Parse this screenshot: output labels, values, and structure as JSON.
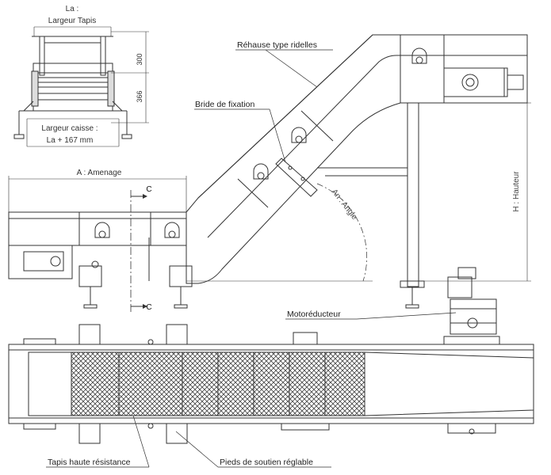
{
  "drawing": {
    "labels": {
      "la_title": "La :",
      "la_sub": "Largeur Tapis",
      "caisse_title": "Largeur caisse :",
      "caisse_sub": "La + 167 mm",
      "dim_300": "300",
      "dim_366": "366",
      "amenage": "A : Amenage",
      "section_c_top": "C",
      "section_c_bottom": "C",
      "rehausse": "Réhause type ridelles",
      "bride": "Bride de fixation",
      "angle": "An : Angle",
      "hauteur": "H : Hauteur",
      "motoreducteur": "Motoréducteur",
      "tapis": "Tapis haute résistance",
      "pieds": "Pieds de soutien réglable"
    }
  }
}
